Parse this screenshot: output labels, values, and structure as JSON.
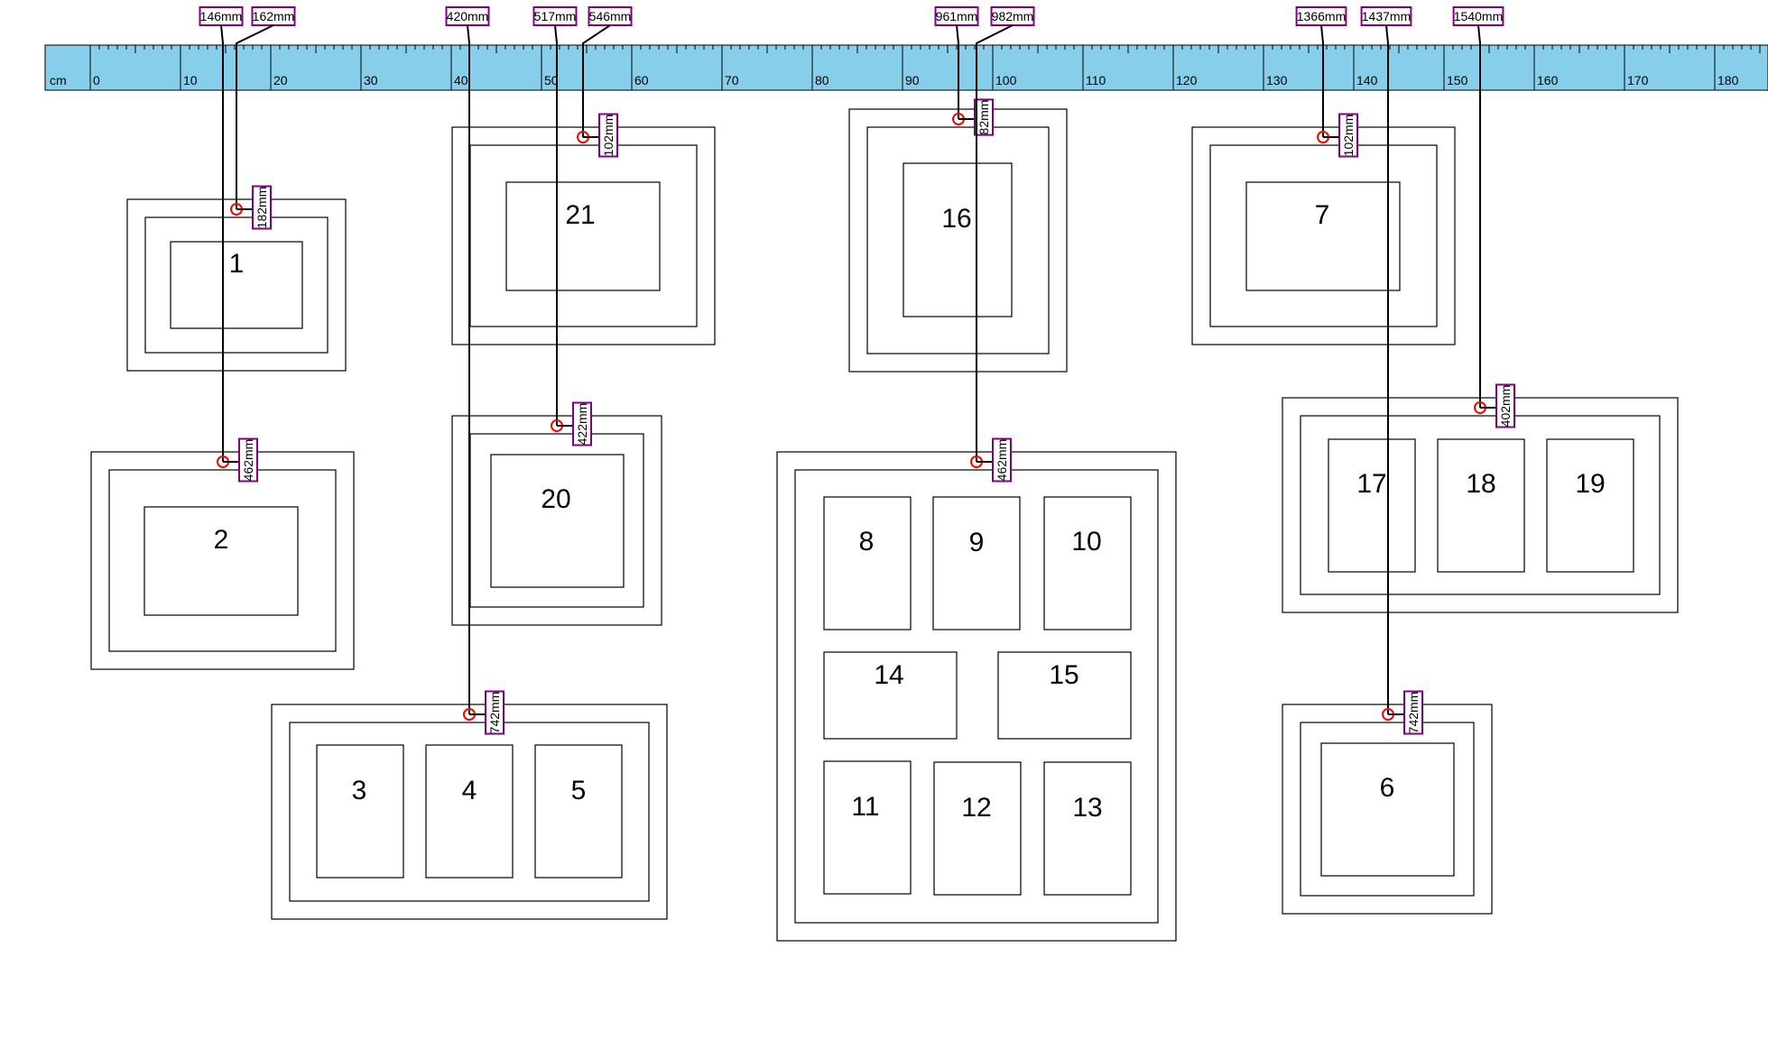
{
  "ruler": {
    "unit_label": "cm",
    "tick_labels": [
      "0",
      "10",
      "20",
      "30",
      "40",
      "50",
      "60",
      "70",
      "80",
      "90",
      "100",
      "110",
      "120",
      "130",
      "140",
      "150",
      "160",
      "170",
      "180"
    ],
    "fill_color": "#87CEEB"
  },
  "colors": {
    "label_border": "#800080",
    "hang_point": "#ff0000",
    "line": "#000000"
  },
  "hang_lines": [
    {
      "top_label": "146mm",
      "drop_label": "462mm",
      "frame": "2"
    },
    {
      "top_label": "162mm",
      "drop_label": "182mm",
      "frame": "1"
    },
    {
      "top_label": "420mm",
      "drop_label": "742mm",
      "frame": "3-4-5"
    },
    {
      "top_label": "517mm",
      "drop_label": "422mm",
      "frame": "20"
    },
    {
      "top_label": "546mm",
      "drop_label": "102mm",
      "frame": "21"
    },
    {
      "top_label": "961mm",
      "drop_label": "82mm",
      "frame": "16"
    },
    {
      "top_label": "982mm",
      "drop_label": "462mm",
      "frame": "8-15"
    },
    {
      "top_label": "1366mm",
      "drop_label": "102mm",
      "frame": "7"
    },
    {
      "top_label": "1437mm",
      "drop_label": "742mm",
      "frame": "6"
    },
    {
      "top_label": "1540mm",
      "drop_label": "402mm",
      "frame": "17-19"
    }
  ],
  "picture_labels": [
    "1",
    "2",
    "3",
    "4",
    "5",
    "6",
    "7",
    "8",
    "9",
    "10",
    "11",
    "12",
    "13",
    "14",
    "15",
    "16",
    "17",
    "18",
    "19",
    "20",
    "21"
  ]
}
